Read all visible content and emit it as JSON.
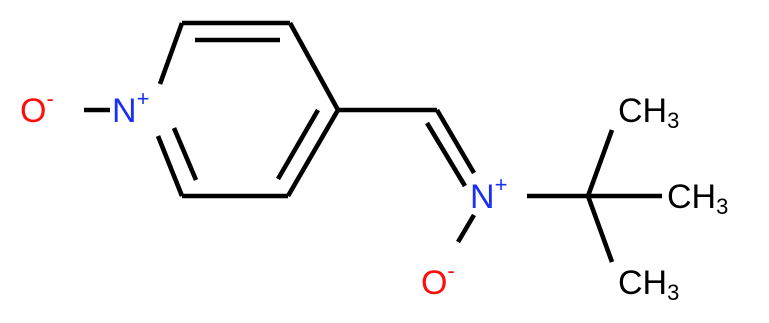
{
  "atoms": {
    "n_ring": {
      "symbol": "N",
      "charge": "+"
    },
    "o_ring": {
      "symbol": "O",
      "charge": "-"
    },
    "n_nitrone": {
      "symbol": "N",
      "charge": "+"
    },
    "o_nitrone": {
      "symbol": "O",
      "charge": "-"
    },
    "methyl_top": {
      "symbol": "CH",
      "subscript": "3"
    },
    "methyl_mid": {
      "symbol": "CH",
      "subscript": "3"
    },
    "methyl_bot": {
      "symbol": "CH",
      "subscript": "3"
    }
  },
  "colors": {
    "nitrogen": "#1a30f0",
    "oxygen": "#ff0d0d",
    "bond": "#000000"
  }
}
